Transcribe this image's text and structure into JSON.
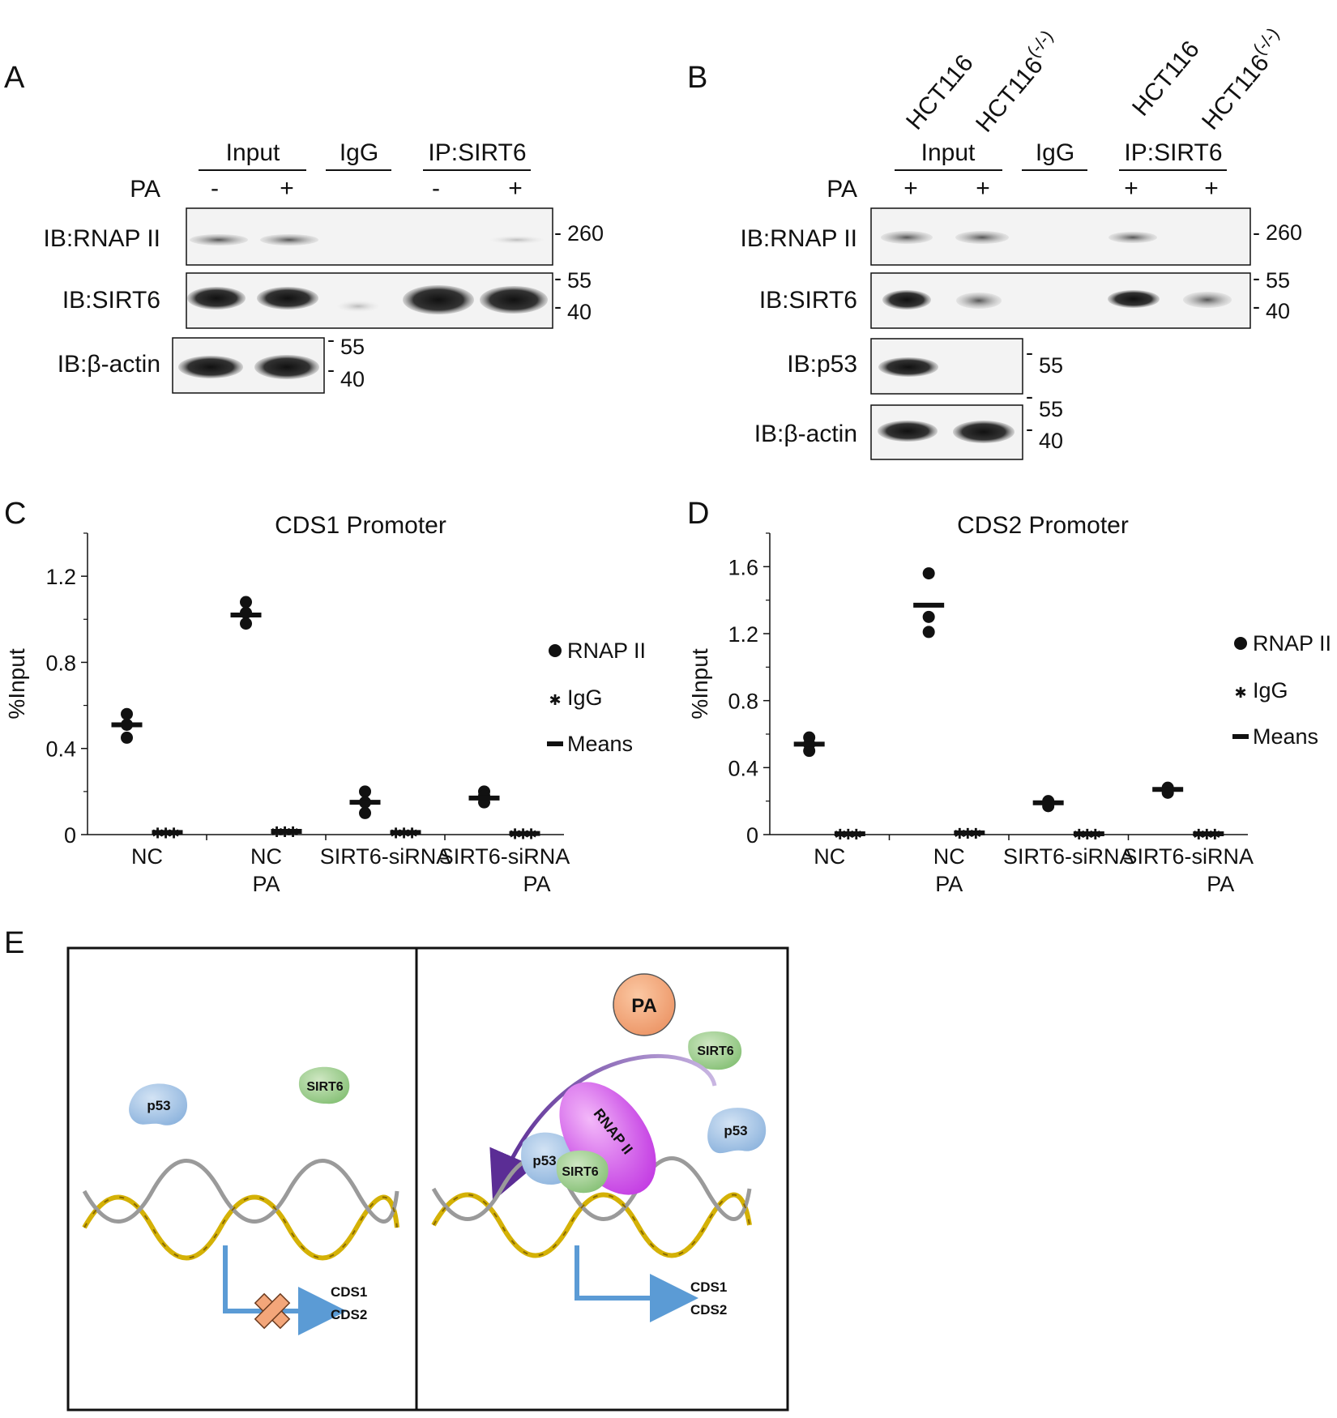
{
  "panels": {
    "A": {
      "letter": "A",
      "groups": [
        "Input",
        "IgG",
        "IP:SIRT6"
      ],
      "pa_label": "PA",
      "pa_signs": [
        "-",
        "+",
        "-",
        "+"
      ],
      "ib_labels": [
        "IB:RNAP II",
        "IB:SIRT6",
        "IB:β-actin"
      ],
      "markers": [
        "260",
        "55",
        "40",
        "55",
        "40"
      ]
    },
    "B": {
      "letter": "B",
      "cell_lines": [
        "HCT116",
        "HCT116",
        "HCT116",
        "HCT116"
      ],
      "ko_suffix": "(-/-)",
      "groups": [
        "Input",
        "IgG",
        "IP:SIRT6"
      ],
      "pa_label": "PA",
      "pa_signs": [
        "+",
        "+",
        "+",
        "+"
      ],
      "ib_labels": [
        "IB:RNAP II",
        "IB:SIRT6",
        "IB:p53",
        "IB:β-actin"
      ],
      "markers": [
        "260",
        "55",
        "40",
        "55",
        "55",
        "40"
      ]
    },
    "C": {
      "letter": "C"
    },
    "D": {
      "letter": "D"
    },
    "E": {
      "letter": "E"
    }
  },
  "chart_data": [
    {
      "type": "scatter",
      "title": "CDS1 Promoter",
      "ylabel": "%Input",
      "ylim": [
        0,
        1.4
      ],
      "yticks": [
        "0",
        "0.4",
        "0.8",
        "1.2"
      ],
      "categories": [
        "NC",
        "NC PA",
        "SIRT6-siRNA",
        "SIRT6-siRNA PA"
      ],
      "category_lines": [
        [
          "NC"
        ],
        [
          "NC",
          "PA"
        ],
        [
          "SIRT6-siRNA"
        ],
        [
          "SIRT6-siRNA",
          "PA"
        ]
      ],
      "series": [
        {
          "name": "RNAP II",
          "points": [
            [
              0.56,
              0.51,
              0.45
            ],
            [
              1.08,
              1.03,
              0.98
            ],
            [
              0.2,
              0.15,
              0.1
            ],
            [
              0.2,
              0.18,
              0.15
            ]
          ],
          "means": [
            0.51,
            1.02,
            0.15,
            0.17
          ]
        },
        {
          "name": "IgG",
          "points": [
            [
              0.01,
              0.01,
              0.01
            ],
            [
              0.015,
              0.015,
              0.015
            ],
            [
              0.01,
              0.01,
              0.01
            ],
            [
              0.005,
              0.005,
              0.005
            ]
          ],
          "means": [
            0.01,
            0.015,
            0.01,
            0.005
          ]
        }
      ],
      "legend": [
        "RNAP II",
        "IgG",
        "Means"
      ],
      "legend_position": "right"
    },
    {
      "type": "scatter",
      "title": "CDS2 Promoter",
      "ylabel": "%Input",
      "ylim": [
        0,
        1.8
      ],
      "yticks": [
        "0",
        "0.4",
        "0.8",
        "1.2",
        "1.6"
      ],
      "categories": [
        "NC",
        "NC PA",
        "SIRT6-siRNA",
        "SIRT6-siRNA PA"
      ],
      "category_lines": [
        [
          "NC"
        ],
        [
          "NC",
          "PA"
        ],
        [
          "SIRT6-siRNA"
        ],
        [
          "SIRT6-siRNA",
          "PA"
        ]
      ],
      "series": [
        {
          "name": "RNAP II",
          "points": [
            [
              0.58,
              0.54,
              0.5
            ],
            [
              1.56,
              1.3,
              1.21
            ],
            [
              0.2,
              0.19,
              0.17
            ],
            [
              0.28,
              0.27,
              0.25
            ]
          ],
          "means": [
            0.54,
            1.37,
            0.19,
            0.27
          ]
        },
        {
          "name": "IgG",
          "points": [
            [
              0.005,
              0.005,
              0.005
            ],
            [
              0.01,
              0.01,
              0.01
            ],
            [
              0.005,
              0.005,
              0.005
            ],
            [
              0.005,
              0.005,
              0.005
            ]
          ],
          "means": [
            0.005,
            0.01,
            0.005,
            0.005
          ]
        }
      ],
      "legend": [
        "RNAP II",
        "IgG",
        "Means"
      ],
      "legend_position": "right"
    }
  ],
  "diagram": {
    "pa": "PA",
    "sirt6": "SIRT6",
    "p53": "p53",
    "rnap": "RNAP II",
    "genes": [
      "CDS1",
      "CDS2"
    ]
  }
}
